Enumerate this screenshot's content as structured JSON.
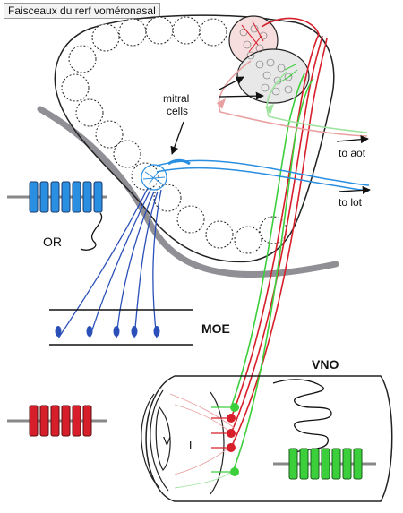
{
  "title": "Faisceaux du rerf voméronasal",
  "labels": {
    "mitral_cells_line1": "mitral",
    "mitral_cells_line2": "cells",
    "to_aot": "to aot",
    "to_lot": "to lot",
    "or": "OR",
    "moe": "MOE",
    "vno": "VNO",
    "v": "V",
    "l": "L"
  },
  "colors": {
    "blue": "#2a8fe0",
    "darkblue": "#2a4fb8",
    "red": "#d61f2a",
    "green": "#3ccf3c",
    "pink": "#e9a0a0",
    "lightgreen": "#9fe39f",
    "gray": "#8f8f95"
  }
}
